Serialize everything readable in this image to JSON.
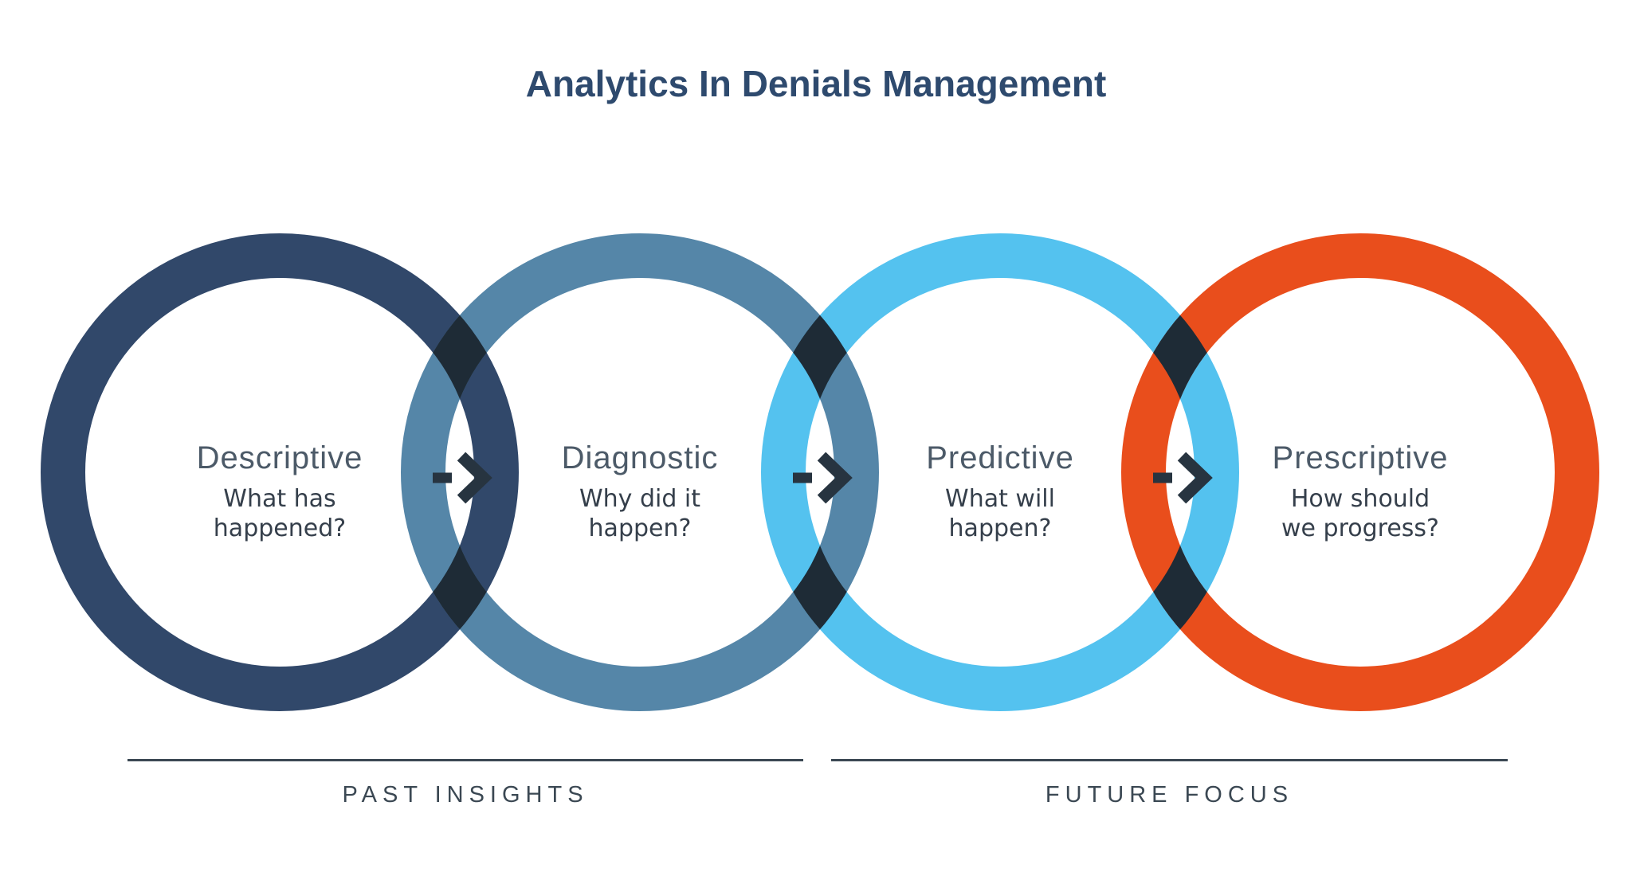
{
  "title": "Analytics In Denials Management",
  "stages": [
    {
      "name": "Descriptive",
      "question_line1": "What has",
      "question_line2": "happened?",
      "ring_color": "#31486a"
    },
    {
      "name": "Diagnostic",
      "question_line1": "Why did it",
      "question_line2": "happen?",
      "ring_color": "#5586a8"
    },
    {
      "name": "Predictive",
      "question_line1": "What will",
      "question_line2": "happen?",
      "ring_color": "#54c2ef"
    },
    {
      "name": "Prescriptive",
      "question_line1": "How should",
      "question_line2": "we progress?",
      "ring_color": "#e94e1c"
    }
  ],
  "footer": {
    "groups": [
      {
        "label": "PAST INSIGHTS"
      },
      {
        "label": "FUTURE FOCUS"
      }
    ]
  },
  "icons": [
    {
      "name": "right-arrow-icon"
    },
    {
      "name": "right-arrow-icon"
    },
    {
      "name": "right-arrow-icon"
    }
  ],
  "colors": {
    "title_text": "#2e4a6e",
    "stage_name_text": "#4c5a68",
    "question_text": "#353f4b",
    "footer_text": "#3b4853",
    "ring_overlap": "#1e2b36",
    "arrow": "#273440",
    "background": "#ffffff"
  }
}
